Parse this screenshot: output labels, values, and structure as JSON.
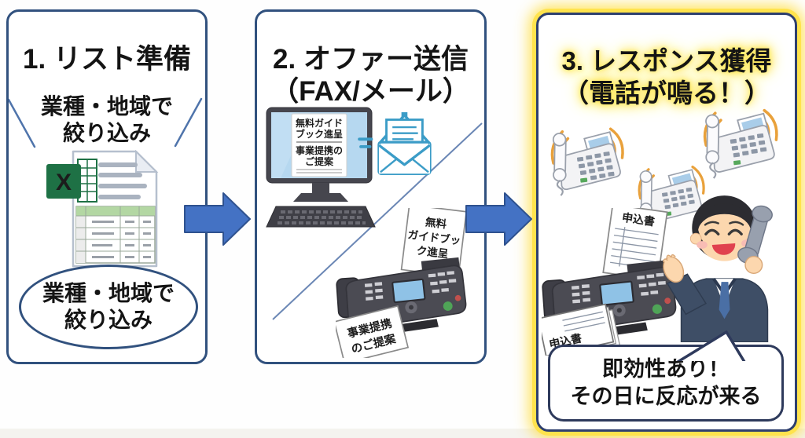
{
  "background": "#fefefe",
  "colors": {
    "panel_border_navy": "#31517e",
    "panel3_border_navy": "#2e3f6e",
    "highlight_yellow": "#ffe34d",
    "arrow_fill": "#4472c4",
    "arrow_border": "#2f528f",
    "ring_orange": "#e9a13b",
    "excel_green": "#1e7145",
    "table_header_green": "#b3d7a3",
    "envelope_teal": "#2a9bc0",
    "screen_blue": "#b6d8f0",
    "fax_body_gray": "#4b4b53",
    "suit_navy": "#3e4e66",
    "text_black": "#141414"
  },
  "icons": {
    "excel_file": "excel-file-icon",
    "monitor": "desktop-monitor-icon",
    "email": "open-envelope-icon",
    "fax": "fax-machine-icon",
    "phone": "ringing-desk-phone-icon",
    "person": "businessman-on-phone-icon",
    "arrow": "block-arrow-right-icon"
  },
  "step1": {
    "title": "1. リスト準備",
    "funnel_label": {
      "line1": "業種・地域で",
      "line2": "絞り込み"
    },
    "excel_logo_letter": "X",
    "ellipse_label": {
      "line1": "業種・地域で",
      "line2": "絞り込み"
    }
  },
  "step2": {
    "title_line1": "2. オファー送信",
    "title_line2": "（FAX/メール）",
    "screen_doc": {
      "line1": "無料ガイド",
      "line2": "ブック進呈",
      "line3": "事業提携の",
      "line4": "ご提案"
    },
    "fax_in_paper": {
      "line1": "無料",
      "line2": "ガイドブッ",
      "line3": "ク進呈"
    },
    "fax_out_paper": {
      "line1": "事業提携",
      "line2": "のご提案"
    }
  },
  "step3": {
    "title_line1": "3. レスポンス獲得",
    "title_line2": "（電話が鳴る！）",
    "fax_in_paper": "申込書",
    "fax_out_paper": "申込書",
    "callout": {
      "line1": "即効性あり！",
      "line2": "その日に反応が来る"
    }
  }
}
